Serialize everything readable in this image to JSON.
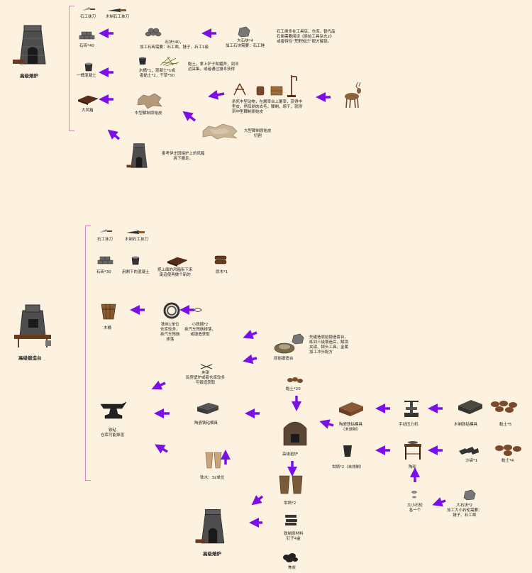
{
  "colors": {
    "background": "#fdf2df",
    "arrow": "#7a10e8",
    "bracket": "#cf86c2",
    "stone": "#5a5a5a",
    "wood": "#7a4a2a",
    "ceramic": "#8a6a4a"
  },
  "furnace_top": {
    "title": "高级熔炉",
    "tools": [
      "石工抹刀",
      "木制石工抹刀"
    ],
    "brick": "石砖*40",
    "brick_recipe": "石块*40，\n加工石砖需要：石工凿、锤子、石工1级",
    "big_stone": "大石块*4\n加工石块需要：石工锤",
    "stone_note": "石工凿多在工具店，仓库，替代品\n石凿需要阅读《原始工具杂志2》\n或者特性“荒野知识”配方解锁。",
    "concrete": "一桶混凝土",
    "concrete_recipe": "水桶*1，混凝土*1或\n者黏土*2，干草*50",
    "clay_note": "黏土，拿上铲子和鏟斧，到河\n边采集，或者通过搜寻获得",
    "big_box": "大风箱",
    "medium_hide": "中型鞣制原始皮",
    "hunt_note": "杀死中型动物，在屠宰台上屠宰，获得中\n型皮，然后剥肉去毛，鞣制，晾干，就得\n到中型鞣制原始皮",
    "large_hide": "大型鞣制原始皮\n切割",
    "dismantle_note": "麦考伊庄园熔炉上的风箱\n拆下搬走。"
  },
  "forge": {
    "title": "高级锻造台",
    "tools": [
      "石工抹刀",
      "木制石工抹刀"
    ],
    "brick": "石砖*30",
    "concrete": "用剩下的混凝土",
    "bellows": "把上面的风箱拆下来\n废迫使再做个新的",
    "log": "原木*1",
    "bucket": "木桶",
    "iron_bar": "铁丝1单位\n仓库较多，\n拆汽车残骸\n掉落",
    "small_iron": "小铁捆*2\n拆汽车残骸掉落，\n或锻造获取",
    "anvil_note": "先建造原始锻造套台，\n练到三级锻造后，解锁\n夹钳、铆头工具、金属\n加工冲头配方",
    "primitive_forge": "原始锻造台",
    "tongs": "夹钳\n民房壁炉或者仓库较多\n可锻造获取",
    "anvil": "铁砧\n仓库可能掉落",
    "ceramic_mold": "陶瓷铁砧模具",
    "clay20": "黏土*20",
    "kiln": "高级窑炉",
    "ceramic_mold_unfired": "陶瓷铁砧模具\n（未烧制）",
    "press": "手动压力机",
    "wood_mold": "木制铁砧模具",
    "clay5": "黏土*5",
    "crucible_unfired": "坩埚*2（未烧制）",
    "wheel": "陶轮",
    "sand": "沙袋*1",
    "clay4": "黏土*4",
    "grindstones": "大小石轮\n各一个",
    "big_stone2": "大石块*2\n加工大小石轮需要：\n锤子、石工凿",
    "iron_water": "铁水：32单位",
    "crucible": "坩埚*2",
    "furnace": "高级熔炉",
    "iron_material": "铁制原材料\n钉子4盒",
    "coke": "焦炭"
  }
}
